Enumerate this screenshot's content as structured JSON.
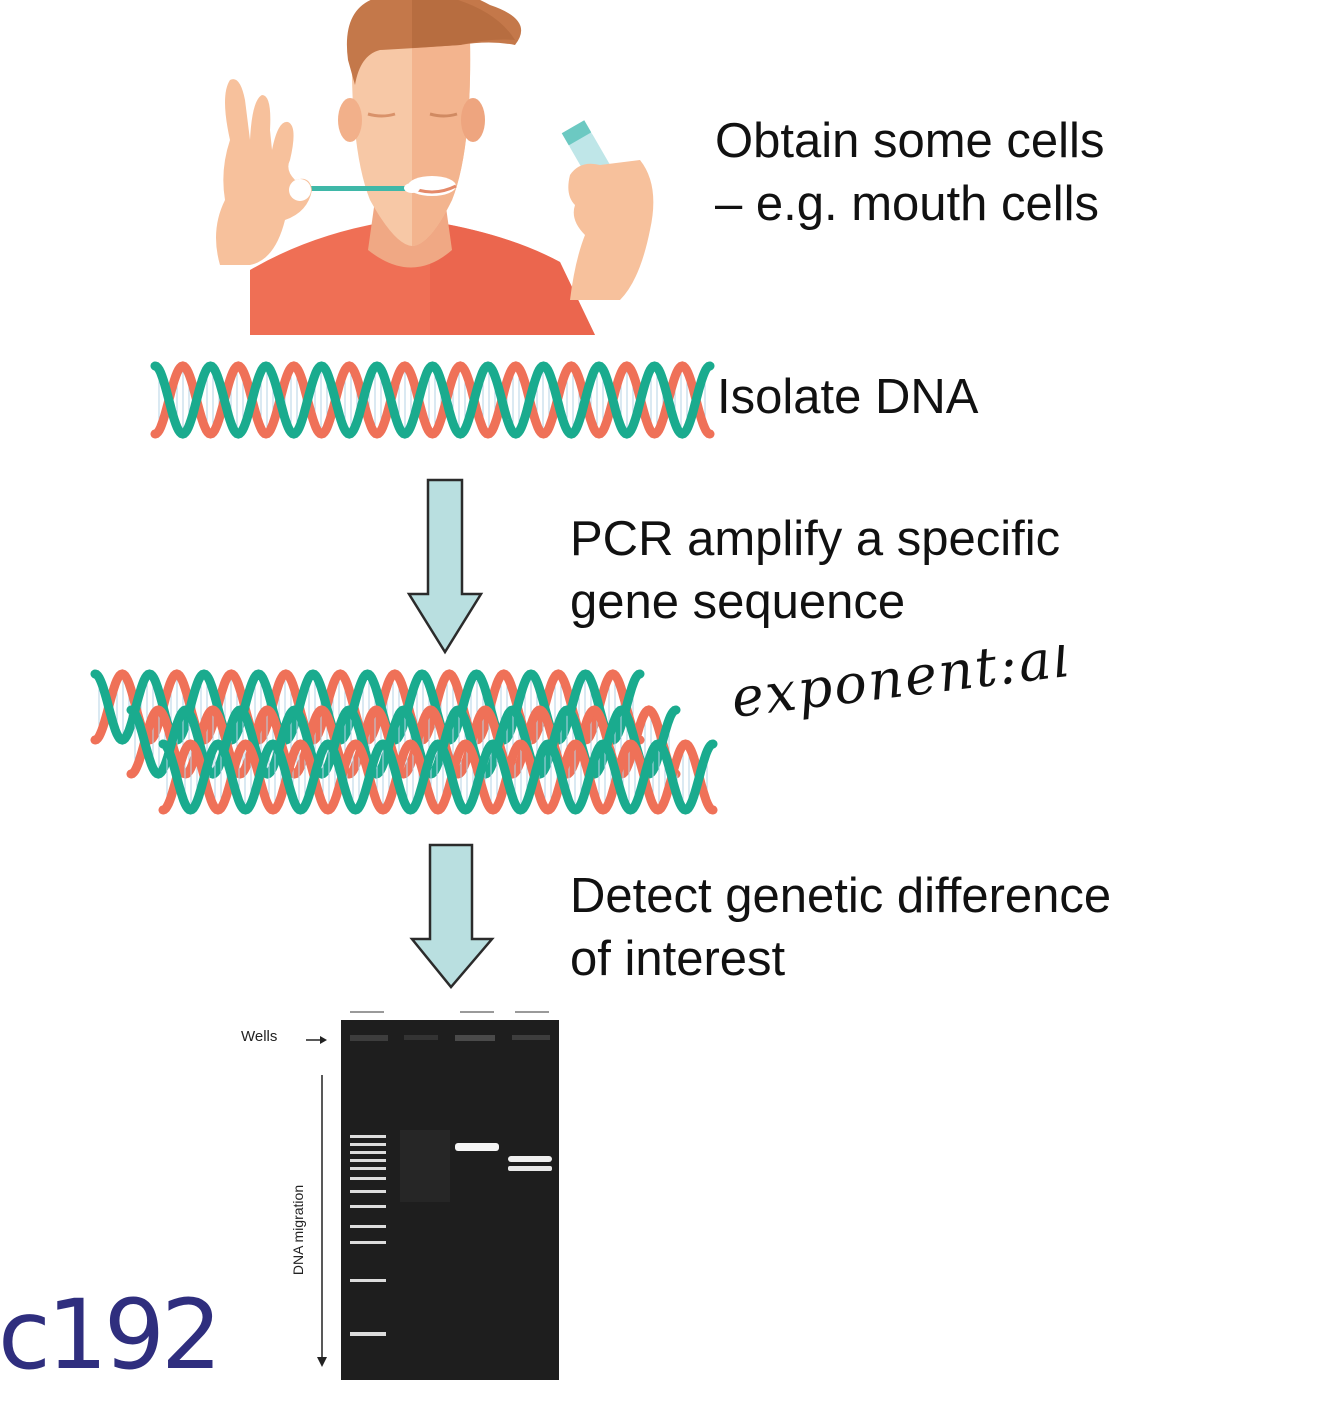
{
  "steps": {
    "obtain": {
      "line1": "Obtain some cells",
      "line2": "– e.g. mouth cells"
    },
    "isolate": {
      "line1": "Isolate DNA"
    },
    "pcr": {
      "line1": "PCR amplify a specific",
      "line2": "gene sequence"
    },
    "detect": {
      "line1": "Detect genetic difference",
      "line2": "of interest"
    }
  },
  "handwritten_note": "exponent:al",
  "gel": {
    "wells_label": "Wells",
    "migration_label": "DNA migration"
  },
  "course_code": "c192",
  "colors": {
    "dna_strand_a": "#ef7158",
    "dna_strand_b": "#1aab8e",
    "arrow_fill": "#b9dfe0",
    "shirt": "#ef6f55",
    "skin": "#f7c19c",
    "hair": "#c87a4c",
    "course_code": "#2f2e7e"
  }
}
